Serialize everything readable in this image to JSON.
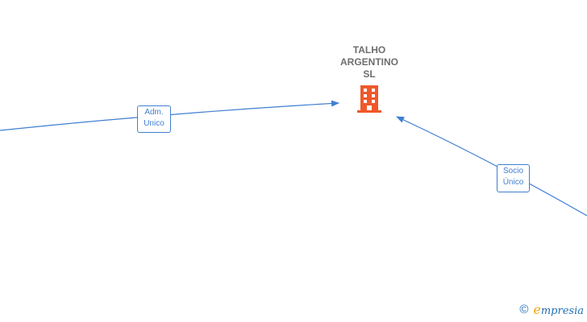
{
  "company": {
    "name_lines": [
      "TALHO",
      "ARGENTINO",
      "SL"
    ],
    "icon": "building-icon",
    "icon_color": "#f0582b"
  },
  "edges": [
    {
      "label_lines": [
        "Adm.",
        "Unico"
      ]
    },
    {
      "label_lines": [
        "Socio",
        "Único"
      ]
    }
  ],
  "colors": {
    "edge": "#3f7fd1",
    "name_text": "#6e6e6e"
  },
  "branding": {
    "copyright": "©",
    "initial": "e",
    "rest": "mpresia"
  }
}
